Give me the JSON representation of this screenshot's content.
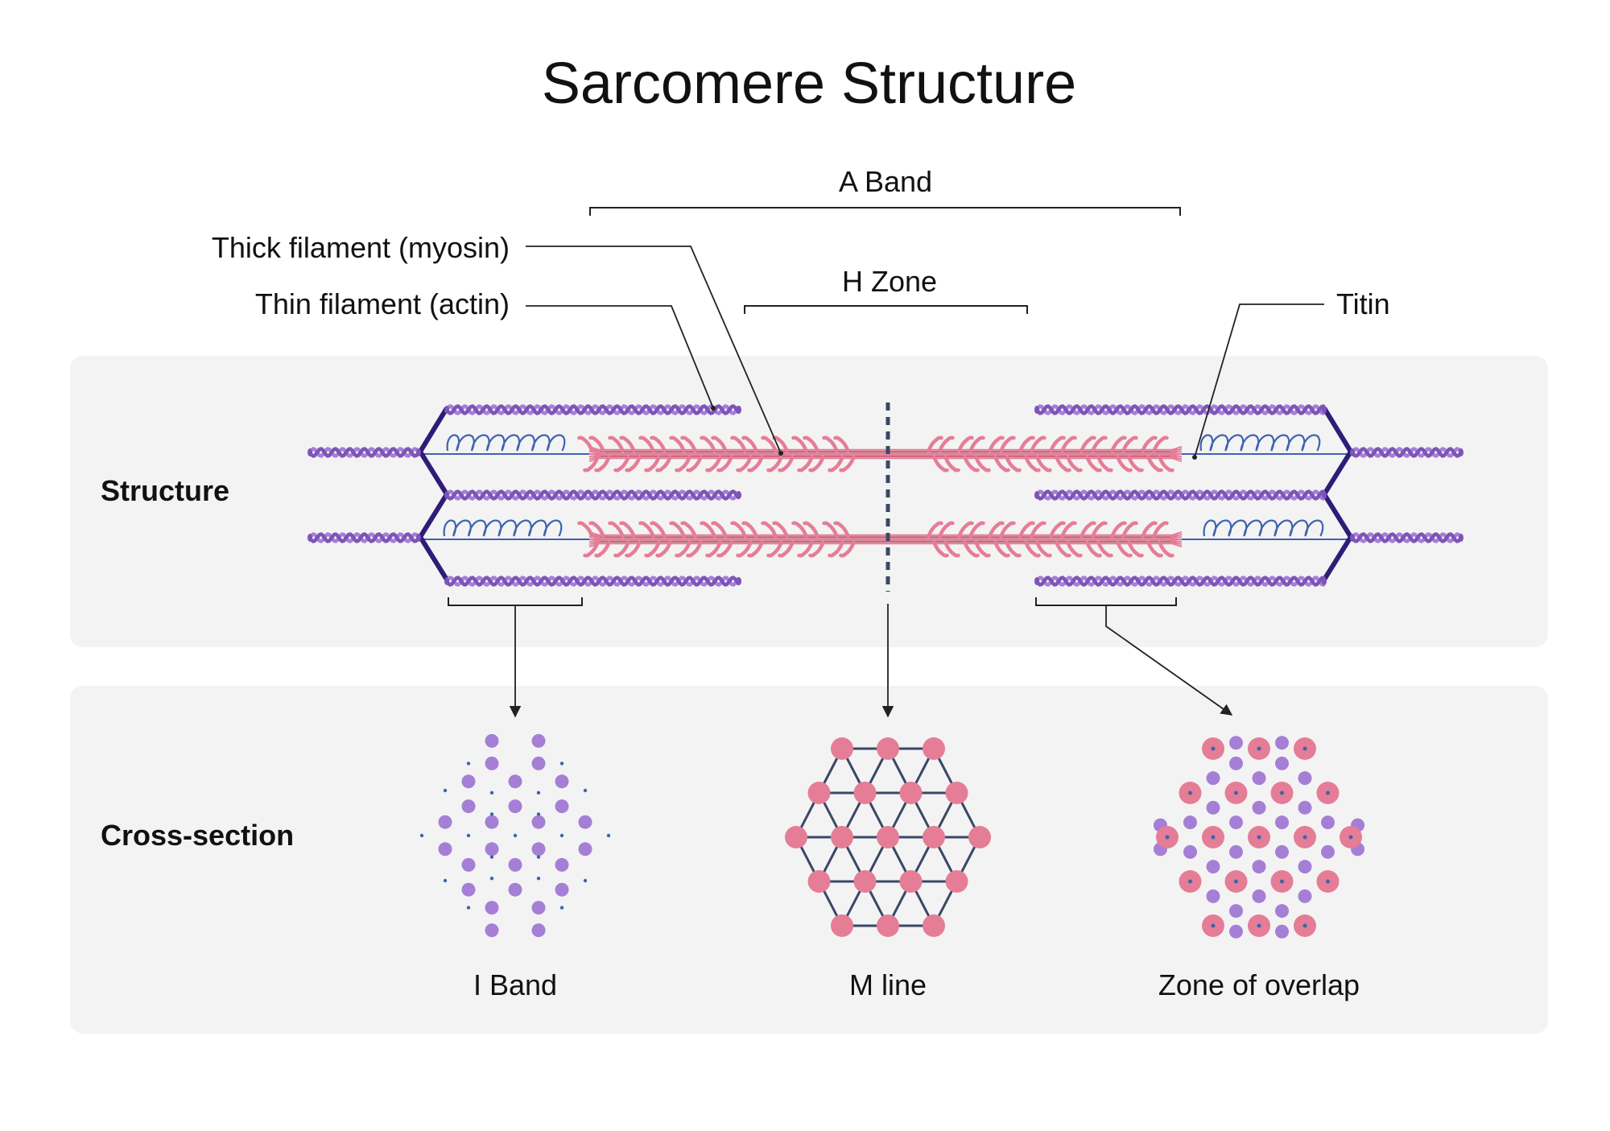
{
  "title": "Sarcomere Structure",
  "labels": {
    "a_band": "A Band",
    "h_zone": "H Zone",
    "thick_filament": "Thick filament (myosin)",
    "thin_filament": "Thin filament (actin)",
    "titin": "Titin"
  },
  "panels": {
    "structure": "Structure",
    "cross_section": "Cross-section"
  },
  "cross_sections": {
    "i_band": "I Band",
    "m_line": "M line",
    "overlap": "Zone of overlap"
  },
  "colors": {
    "actin": "#a57fd6",
    "actin_dark": "#7c55b8",
    "myosin": "#e57d97",
    "myosin_dark": "#c4566f",
    "titin": "#3d63b0",
    "z_disc": "#2e1c78",
    "lattice": "#3b4766",
    "panel_bg": "#f3f3f3",
    "leader": "#222222"
  }
}
